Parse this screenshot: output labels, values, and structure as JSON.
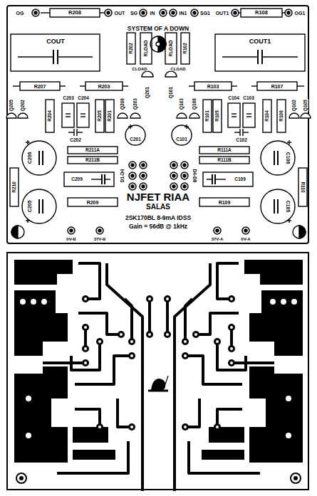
{
  "diagram": {
    "labels": [
      "OG",
      "R208",
      "OUT",
      "SG",
      "IN",
      "IN1",
      "SG1",
      "OUT1",
      "R108",
      "OG1",
      "SYSTEM OF A DOWN",
      "COUT",
      "COUT1",
      "R202",
      "RLOAD",
      "CLOAD",
      "RLOAD",
      "R102",
      "CLOAD",
      "Q201",
      "Q101",
      "R207",
      "R203",
      "R103",
      "R107",
      "Q205",
      "Q202",
      "R204",
      "C203",
      "C204",
      "R205",
      "R201",
      "Q206",
      "Q203",
      "Q103",
      "Q106",
      "R101",
      "R105",
      "C104",
      "C103",
      "R104",
      "R106",
      "Q102",
      "Q105",
      "C202",
      "C102",
      "C201",
      "C101",
      "C206",
      "C205",
      "C106",
      "C105",
      "R211A",
      "R211B",
      "R111A",
      "R111B",
      "R210",
      "R110",
      "D1-D4",
      "D4-D8",
      "C209",
      "C109",
      "NJFET RIAA",
      "SALAS",
      "R209",
      "R109",
      "2SK170BL 8-9mA IDSS",
      "Gain = 56dB @ 1kHz",
      "0V-B",
      "37V-B",
      "37V-A",
      "0V-A"
    ]
  }
}
